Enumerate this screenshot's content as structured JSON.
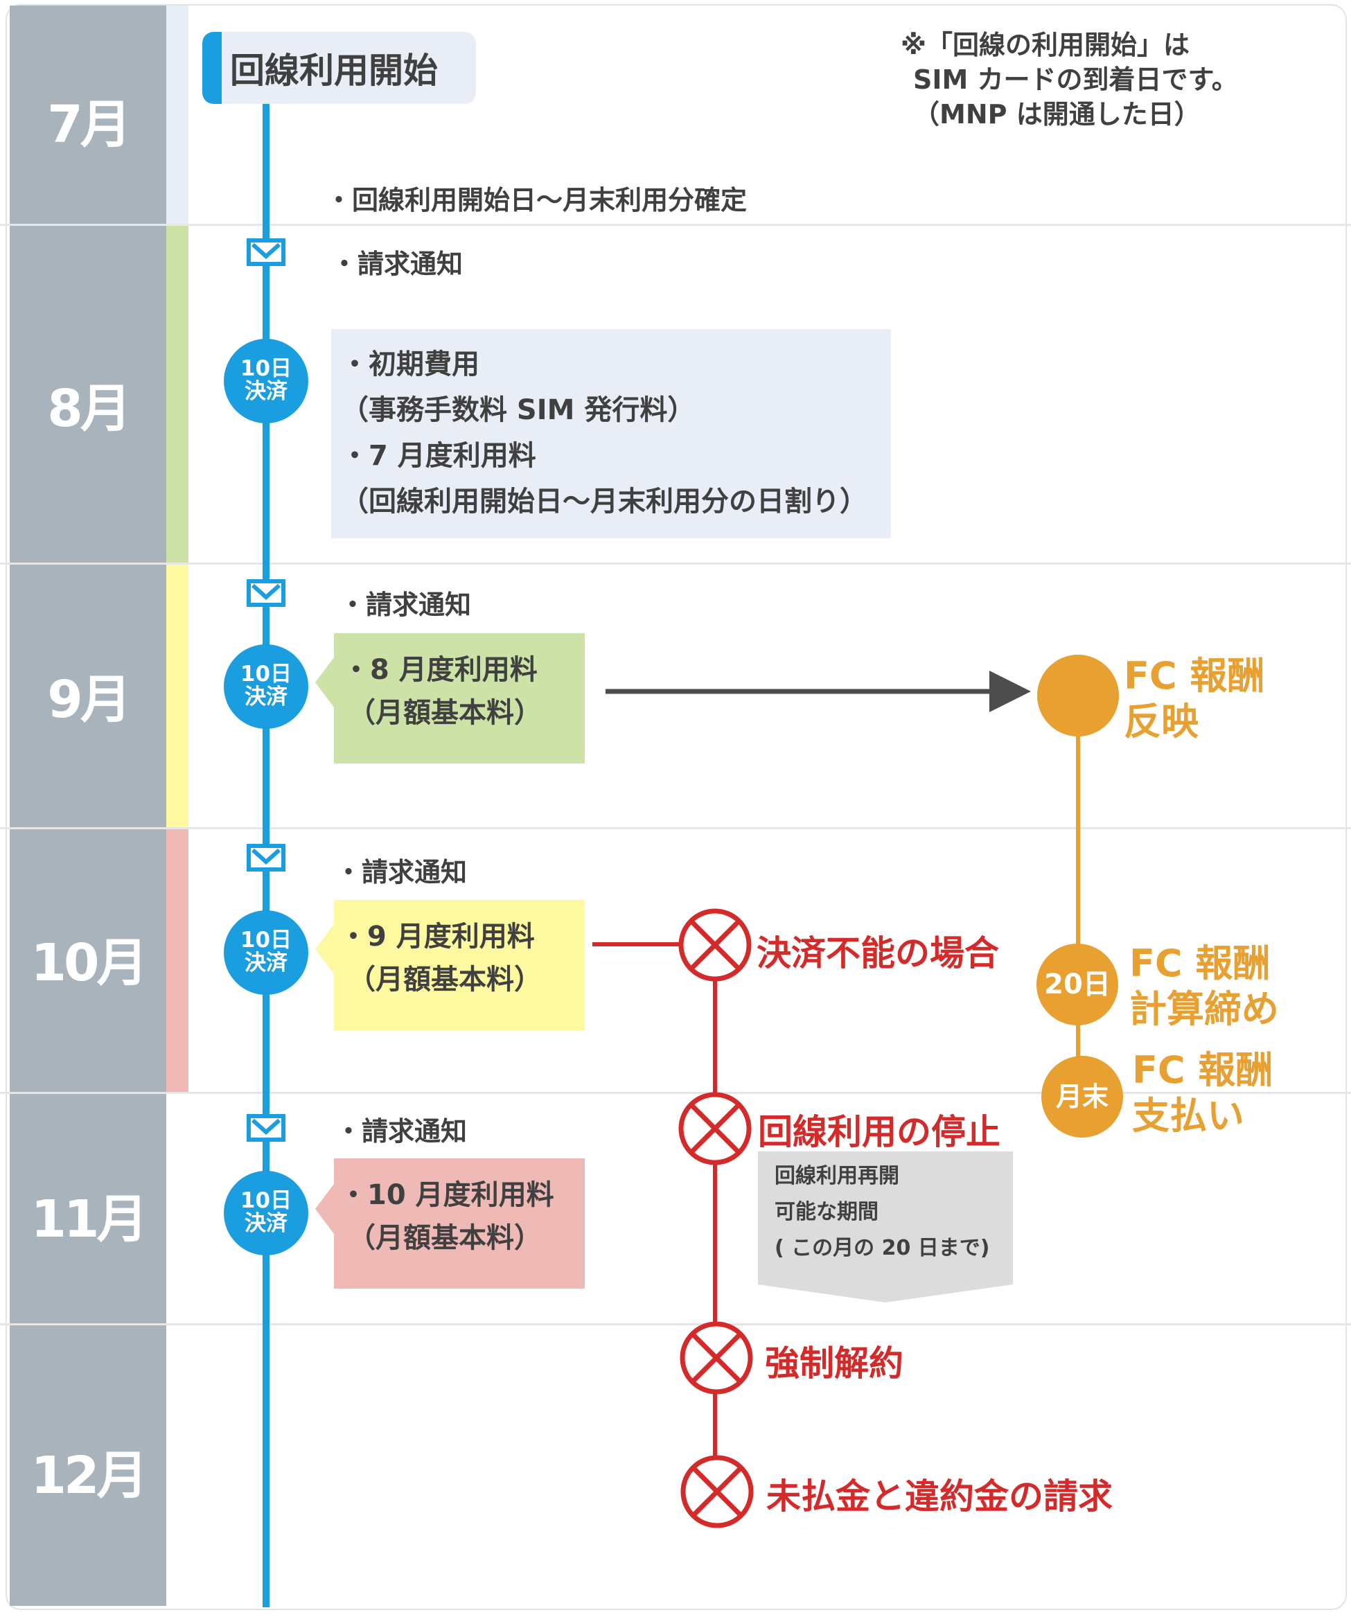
{
  "months": [
    "7月",
    "8月",
    "9月",
    "10月",
    "11月",
    "12月"
  ],
  "header": {
    "title": "回線利用開始",
    "note_lines": [
      "※「回線の利用開始」は",
      "SIM カードの到着日です。",
      "（MNP は開通した日）"
    ]
  },
  "july": {
    "confirm": "・回線利用開始日〜月末利用分確定"
  },
  "timeline": {
    "notice": "・請求通知",
    "pay_lines": [
      "10日",
      "決済"
    ]
  },
  "august": {
    "box_lines": [
      "・初期費用",
      "（事務手数料 SIM 発行料）",
      "・7 月度利用料",
      "（回線利用開始日〜月末利用分の日割り）"
    ]
  },
  "september": {
    "box_lines": [
      "・8 月度利用料",
      "（月額基本料）"
    ]
  },
  "october": {
    "box_lines": [
      "・9 月度利用料",
      "（月額基本料）"
    ]
  },
  "november": {
    "box_lines": [
      "・10 月度利用料",
      "（月額基本料）"
    ]
  },
  "failure": {
    "step1": "決済不能の場合",
    "step2": "回線利用の停止",
    "resume_lines": [
      "回線利用再開",
      "可能な期間",
      "( この月の 20 日まで)"
    ],
    "step3": "強制解約",
    "step4": "未払金と違約金の請求"
  },
  "fc": {
    "reflect_lines": [
      "FC 報酬",
      "反映"
    ],
    "close_badge": "20日",
    "close_lines": [
      "FC 報酬",
      "計算締め"
    ],
    "pay_badge": "月末",
    "pay_lines": [
      "FC 報酬",
      "支払い"
    ]
  },
  "colors": {
    "timeline_blue": "#1a9ee0",
    "box_gray": "#e9edf5",
    "box_green": "#cde2a6",
    "box_yellow": "#fdf9a1",
    "box_pink": "#efb9b5",
    "failure_red": "#d42a2a",
    "fc_orange": "#e8a030",
    "arrow_gray": "#4d4d4d"
  },
  "icons": [
    "mail-icon",
    "cross-circle-icon",
    "arrow-right-icon"
  ]
}
